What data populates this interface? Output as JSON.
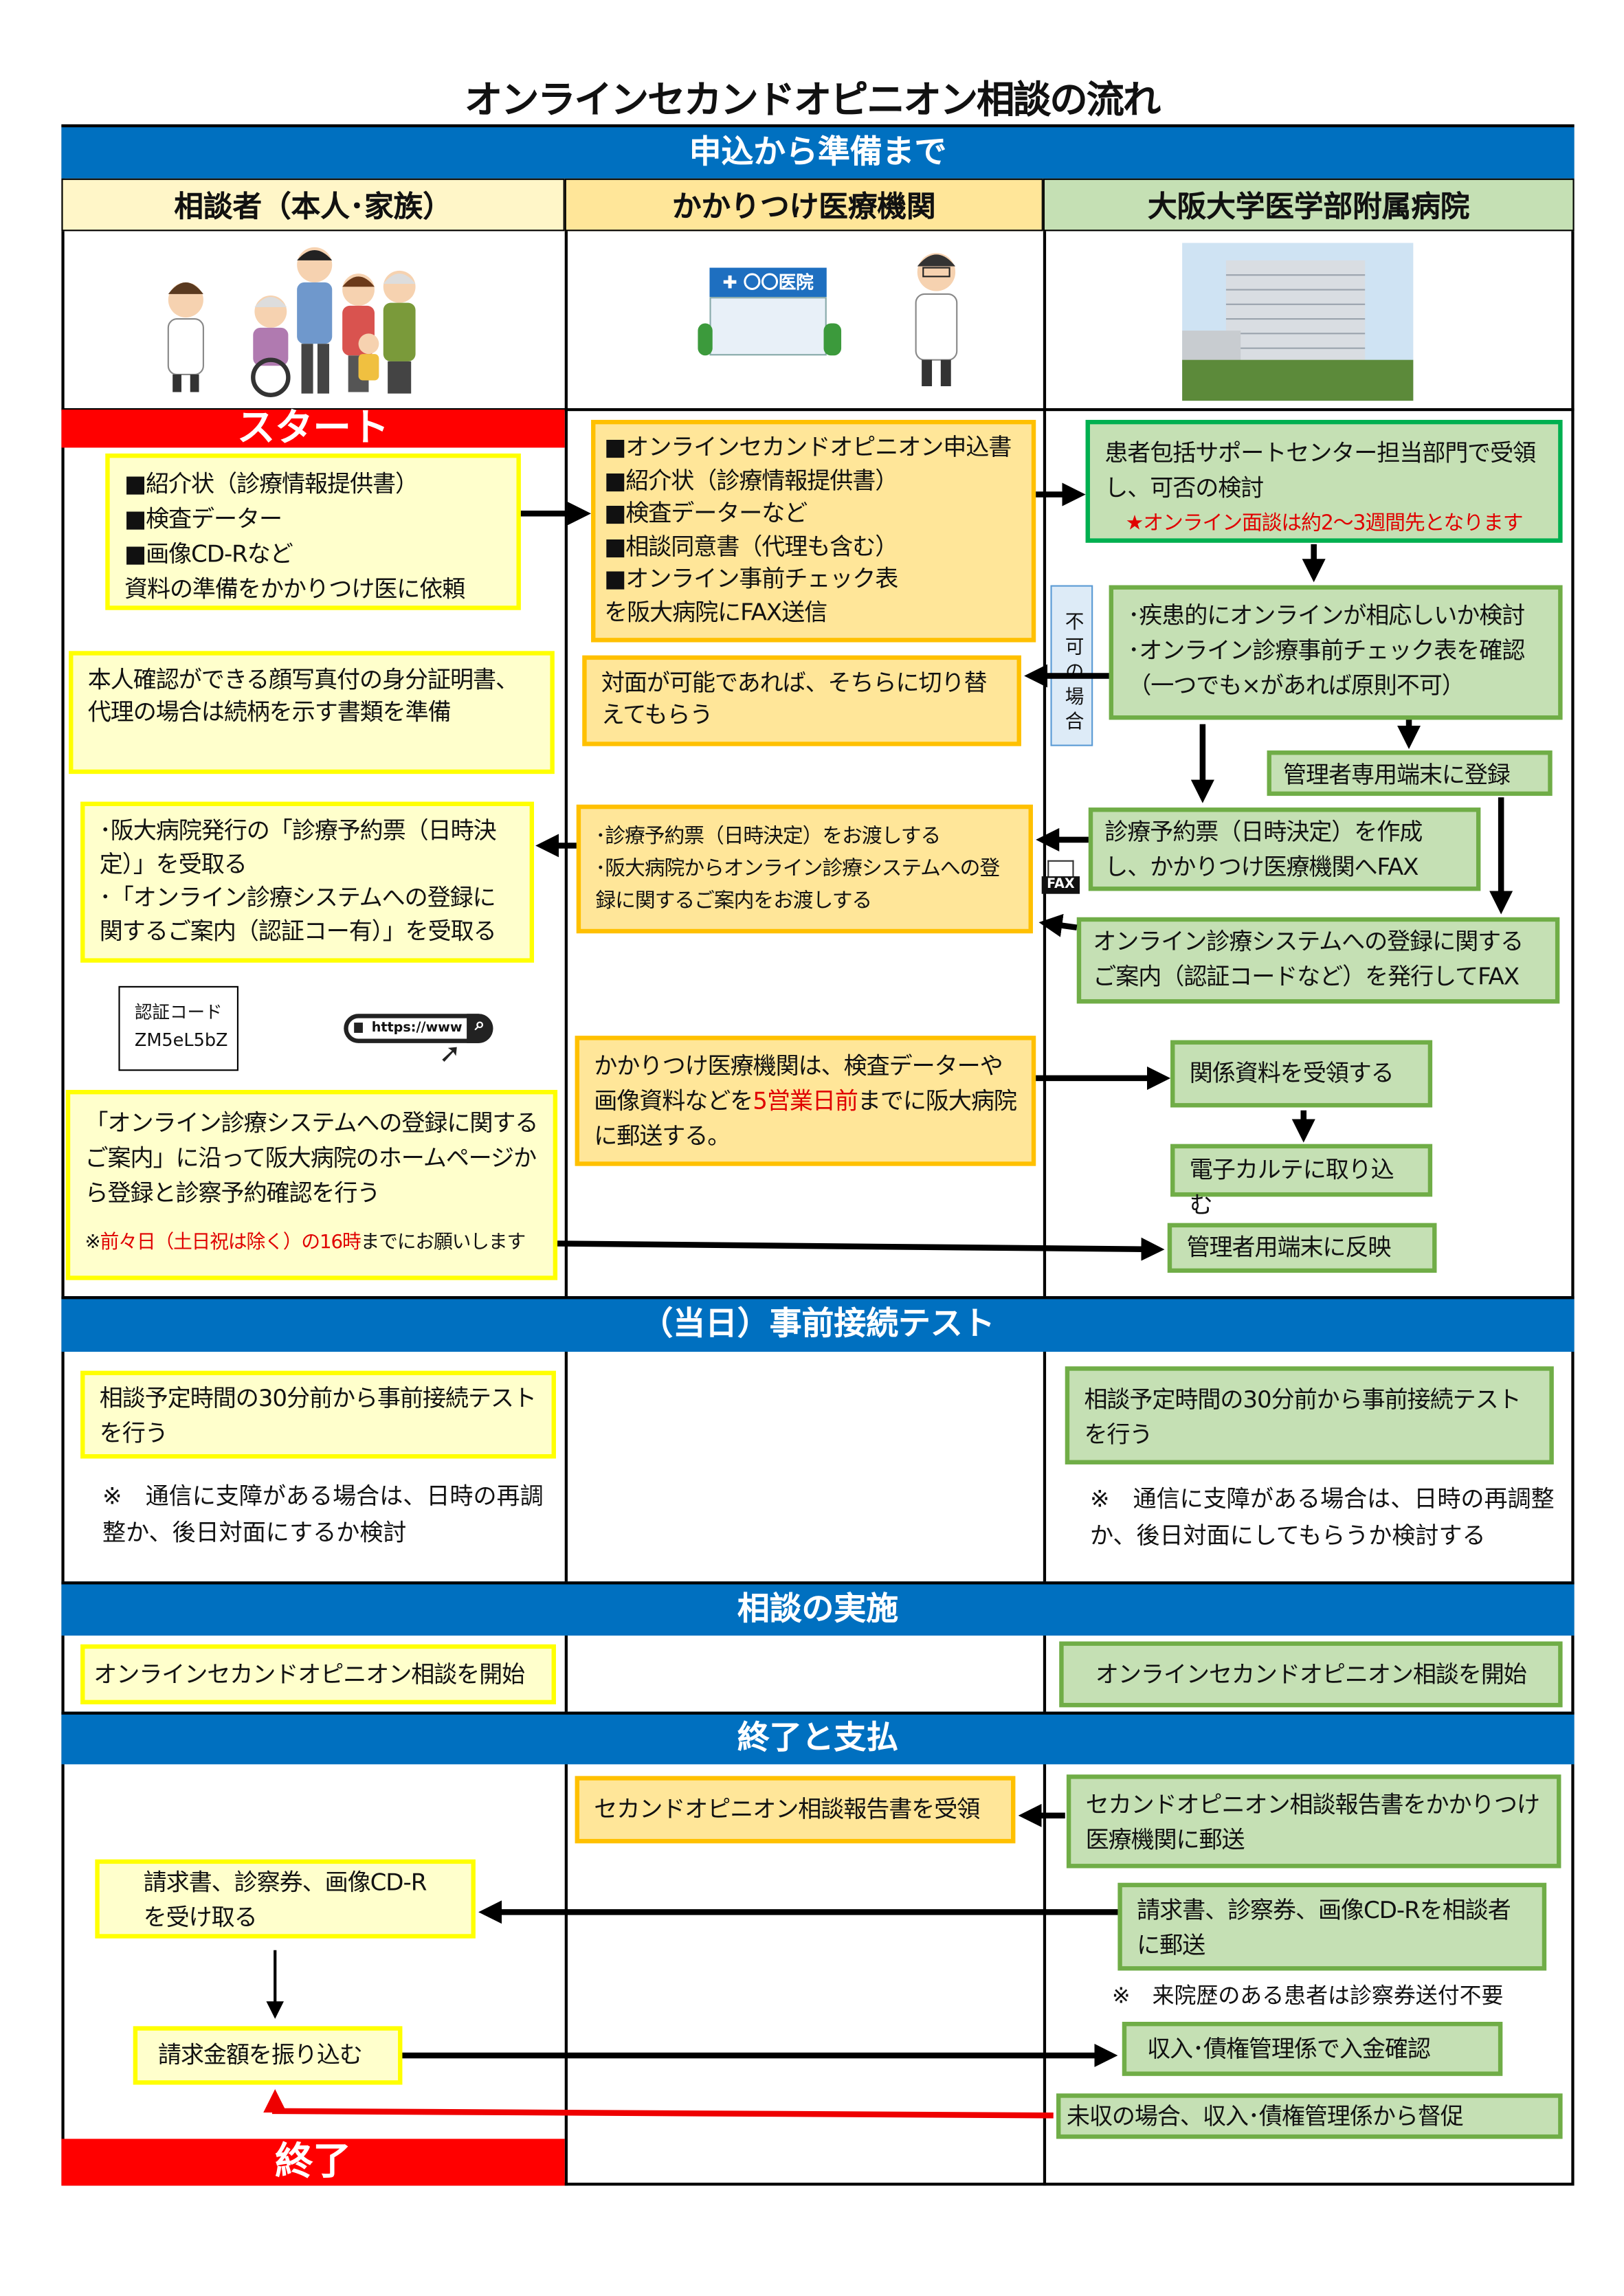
{
  "title": "オンラインセカンドオピニオン相談の流れ",
  "sections": [
    "申込から準備まで",
    "（当日）事前接続テスト",
    "相談の実施",
    "終了と支払"
  ],
  "columns": [
    "相談者（本人･家族）",
    "かかりつけ医療機関",
    "大阪大学医学部附属病院"
  ],
  "start_label": "スタート",
  "end_label": "終了",
  "clinic_sign": "✚ 〇〇医院",
  "prep": {
    "c1_box1": [
      "■紹介状（診療情報提供書）",
      "■検査データー",
      "■画像CD-Rなど",
      "資料の準備をかかりつけ医に依頼"
    ],
    "c2_box1": [
      "■オンラインセカンドオピニオン申込書",
      "■紹介状（診療情報提供書）",
      "■検査データーなど",
      "■相談同意書（代理も含む）",
      "■オンライン事前チェック表",
      "を阪大病院にFAX送信"
    ],
    "c3_box1": [
      "患者包括サポートセンター担当部門で受領し、可否の検討"
    ],
    "c3_box1_note": "★オンライン面談は約2〜3週間先となります",
    "not_possible": "不可の場合",
    "c3_box2": [
      "･疾患的にオンラインが相応しいか検討",
      "･オンライン診療事前チェック表を確認",
      "（一つでも×があれば原則不可）"
    ],
    "c1_box2": [
      "本人確認ができる顔写真付の身分証明書、代理の場合は続柄を示す書類を準備"
    ],
    "c2_box2": [
      "対面が可能であれば、そちらに切り替えてもらう"
    ],
    "c3_register": "管理者専用端末に登録",
    "c3_box3": [
      "診療予約票（日時決定）を作成し、かかりつけ医療機関へFAX"
    ],
    "fax_icon": "FAX",
    "c3_box4": [
      "オンライン診療システムへの登録に関するご案内（認証コードなど）を発行してFAX"
    ],
    "c2_box3": [
      "･診療予約票（日時決定）をお渡しする",
      "･阪大病院からオンライン診療システムへの登録に関するご案内をお渡しする"
    ],
    "c1_box3": [
      "･阪大病院発行の「診療予約票（日時決定）」を受取る",
      "･「オンライン診療システムへの登録に関するご案内（認証コー有）」を受取る"
    ],
    "auth_code_label": "認証コード",
    "auth_code_value": "ZM5eL5bZ",
    "url_text": "https://www",
    "c1_box4": "「オンライン診療システムへの登録に関するご案内」に沿って阪大病院のホームページから登録と診察予約確認を行う",
    "c1_box4_note_prefix": "※",
    "c1_box4_note_red": "前々日（土日祝は除く）の16時",
    "c1_box4_note_suffix": "までにお願いします",
    "c2_box4_a": "かかりつけ医療機関は、検査データーや画像資料などを",
    "c2_box4_red": "5営業日前",
    "c2_box4_b": "までに阪大病院に郵送する。",
    "c3_receive": "関係資料を受領する",
    "c3_ekarte": "電子カルテに取り込む",
    "c3_reflect": "管理者用端末に反映"
  },
  "test": {
    "c1_box": "相談予定時間の30分前から事前接続テストを行う",
    "c1_note": "※　通信に支障がある場合は、日時の再調整か、後日対面にするか検討",
    "c3_box": "相談予定時間の30分前から事前接続テストを行う",
    "c3_note": "※　通信に支障がある場合は、日時の再調整か、後日対面にしてもらうか検討する"
  },
  "consult": {
    "c1_box": "オンラインセカンドオピニオン相談を開始",
    "c3_box": "オンラインセカンドオピニオン相談を開始"
  },
  "finish": {
    "c2_box": "セカンドオピニオン相談報告書を受領",
    "c3_box1": "セカンドオピニオン相談報告書をかかりつけ医療機関に郵送",
    "c1_box1": "請求書、診察券、画像CD-Rを受け取る",
    "c3_box2": "請求書、診察券、画像CD-Rを相談者に郵送",
    "c3_note": "※　来院歴のある患者は診察券送付不要",
    "c1_box2": "請求金額を振り込む",
    "c3_box3": "収入･債権管理係で入金確認",
    "c3_box4": "未収の場合、収入･債権管理係から督促"
  }
}
